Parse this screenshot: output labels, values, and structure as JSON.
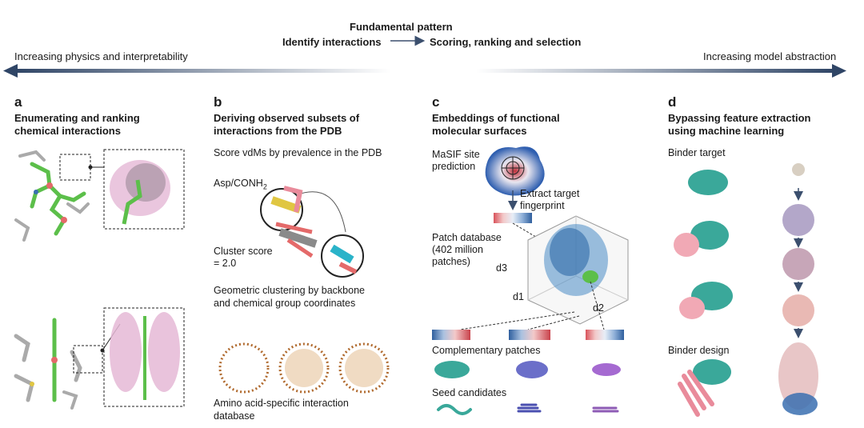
{
  "header": {
    "title": "Fundamental pattern",
    "step1": "Identify interactions",
    "step2": "Scoring, ranking and selection",
    "left_axis": "Increasing physics and interpretability",
    "right_axis": "Increasing model abstraction"
  },
  "panels": [
    {
      "letter": "a",
      "title_line1": "Enumerating and ranking",
      "title_line2": "chemical interactions"
    },
    {
      "letter": "b",
      "title_line1": "Deriving observed subsets of",
      "title_line2": "interactions from the PDB",
      "labels": {
        "score": "Score vdMs by prevalence in the PDB",
        "asp": "Asp/CONH",
        "asp_sub": "2",
        "cluster1": "Cluster score",
        "cluster2": "= 2.0",
        "geo1": "Geometric clustering by backbone",
        "geo2": "and chemical group coordinates",
        "db1": "Amino acid-specific interaction",
        "db2": "database"
      }
    },
    {
      "letter": "c",
      "title_line1": "Embeddings of functional",
      "title_line2": "molecular surfaces",
      "labels": {
        "masif1": "MaSIF site",
        "masif2": "prediction",
        "extract1": "Extract target",
        "extract2": "fingerprint",
        "patch1": "Patch database",
        "patch2": "(402 million",
        "patch3": "patches)",
        "d1": "d1",
        "d2": "d2",
        "d3": "d3",
        "comp": "Complementary patches",
        "seed": "Seed candidates"
      }
    },
    {
      "letter": "d",
      "title_line1": "Bypassing feature extraction",
      "title_line2": "using machine learning",
      "labels": {
        "target": "Binder target",
        "design": "Binder design"
      }
    }
  ],
  "colors": {
    "arrow": "#3b4f6e",
    "teal": "#3aa89a",
    "pink": "#e98b9b",
    "blue": "#3a6fb0",
    "purple": "#8e5bb5",
    "green": "#5cbf4a",
    "brown": "#b06a2e"
  }
}
